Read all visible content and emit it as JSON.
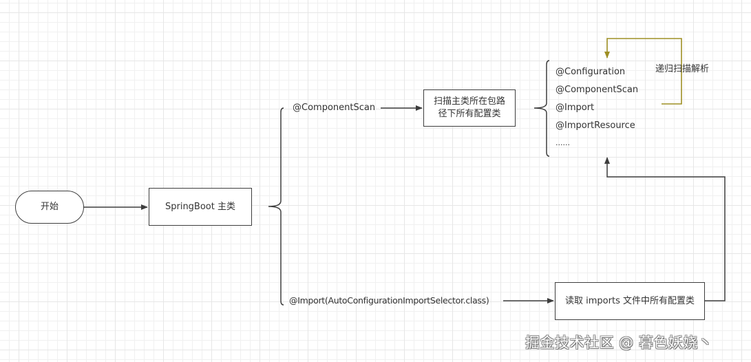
{
  "nodes": {
    "start": "开始",
    "springboot_main": "SpringBoot 主类",
    "scan_packages_line1": "扫描主类所在包路",
    "scan_packages_line2": "径下所有配置类",
    "read_imports": "读取 imports 文件中所有配置类"
  },
  "edge_labels": {
    "component_scan": "@ComponentScan",
    "import_selector": "@Import(AutoConfigurationImportSelector.class)",
    "recursive": "递归扫描解析"
  },
  "annotation_list": [
    "@Configuration",
    "@ComponentScan",
    "@Import",
    "@ImportResource",
    "......"
  ],
  "colors": {
    "line": "#3d3d3d",
    "recursive_loop": "#9e8f24"
  },
  "watermark": "掘金技术社区 @ 暮色妖娆丶"
}
